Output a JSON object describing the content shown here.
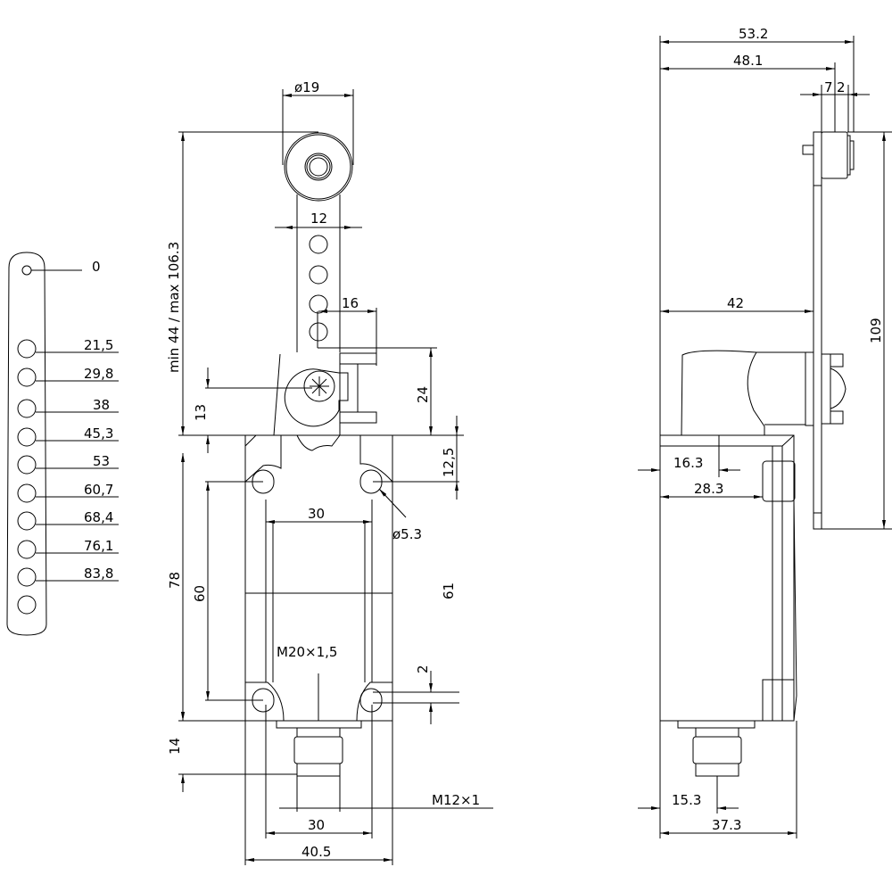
{
  "lever_positions": [
    "0",
    "21,5",
    "29,8",
    "38",
    "45,3",
    "53",
    "60,7",
    "68,4",
    "76,1",
    "83,8"
  ],
  "front": {
    "roller_dia": "ø19",
    "arm_width": "12",
    "offset_16": "16",
    "lever_length": "min  44  /  max  106.3",
    "pivot_13": "13",
    "dim_24": "24",
    "dim_12_5": "12,5",
    "hole_spacing": "30",
    "hole_dia": "ø5.3",
    "height_78": "78",
    "height_60": "60",
    "height_61": "61",
    "thread": "M20×1,5",
    "dim_2": "2",
    "dim_14": "14",
    "connector": "M12×1",
    "bottom_30": "30",
    "width": "40.5"
  },
  "side": {
    "dim_53_2": "53.2",
    "dim_48_1": "48.1",
    "dim_7": "7",
    "dim_2": "2",
    "dim_42": "42",
    "dim_109": "109",
    "dim_16_3": "16.3",
    "dim_28_3": "28.3",
    "dim_15_3": "15.3",
    "dim_37_3": "37.3"
  }
}
